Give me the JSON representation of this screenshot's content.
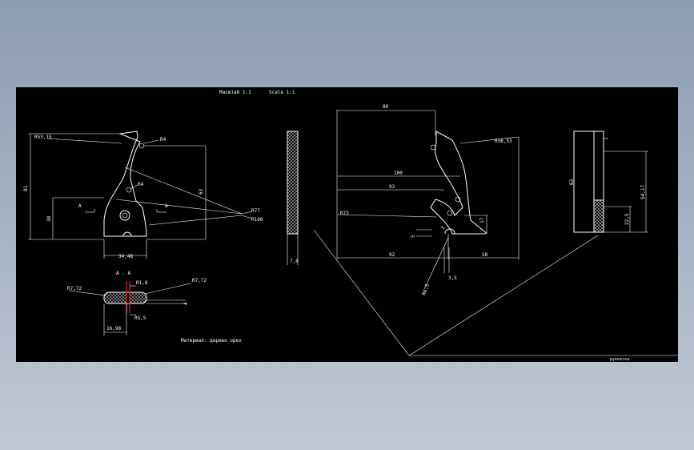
{
  "header": {
    "mashtab": "Масштаб 1:1",
    "scale": "Scale 1:1"
  },
  "footer": {
    "material": "Материал: дерево орех",
    "corner_note": "рукоятка"
  },
  "section_label": "A - A",
  "view_marks": {
    "left": "A",
    "right": "A"
  },
  "dims": {
    "r53_15": "R53,15",
    "r4": "R4",
    "d81": "81",
    "d38": "38",
    "d63": "63",
    "r77": "R77",
    "r100": "R100",
    "r4b": "R4",
    "d34_48": "34,48",
    "r7_72a": "R7,72",
    "r7_72b": "R7,72",
    "d1_8": "R1,8",
    "d5_5": "R5,5",
    "d16_98": "16,98",
    "d4": "4",
    "d7_6": "7,6",
    "d80": "80",
    "d100": "100",
    "d93": "93",
    "r56_53": "R56,53",
    "r73": "R73",
    "d17": "17",
    "d5": "5",
    "d92": "92",
    "d58": "58",
    "r6_5": "R6,5",
    "d3_5": "3,5",
    "d2": "2",
    "d63b": "63",
    "d54_17": "54,17",
    "d22_5": "22,5"
  }
}
